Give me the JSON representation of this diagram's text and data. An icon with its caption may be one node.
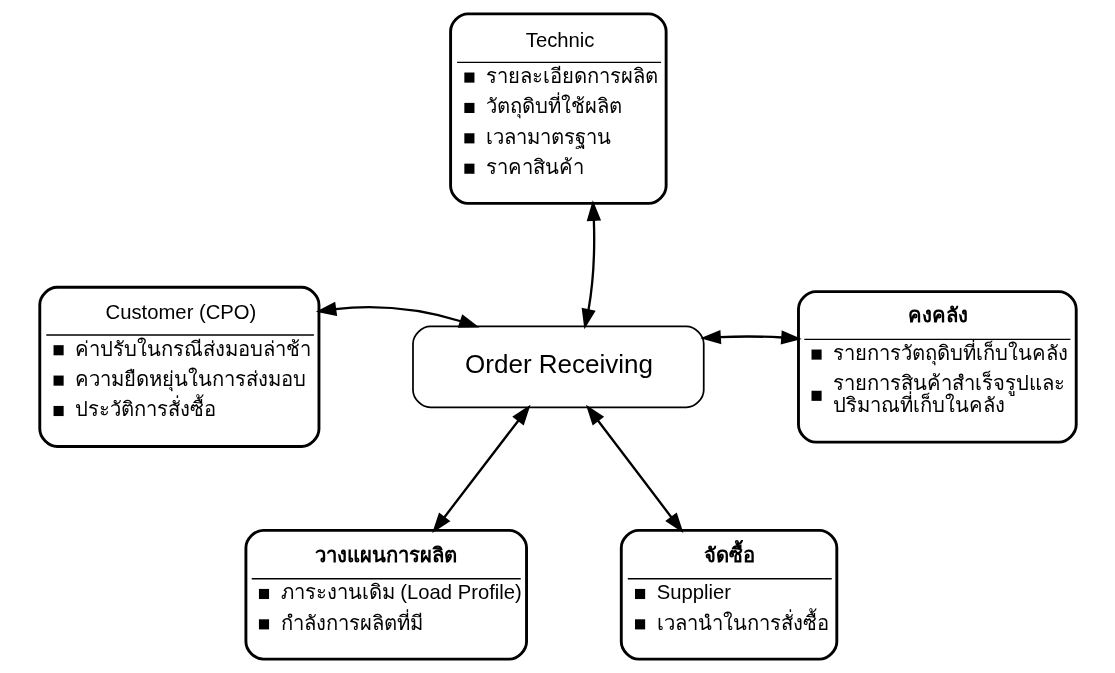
{
  "diagram": {
    "nodes": [
      {
        "text": [
          "Technic",
          "รายละเอียดการผลิต",
          "วัตถุดิบที่ใช้ผลิต",
          "เวลามาตรฐาน",
          "ราคาสินค้า"
        ]
      },
      {
        "text": [
          "Customer (CPO)",
          "ค่าปรับในกรณีส่งมอบล่าช้า",
          "ความยืดหยุ่นในการส่งมอบ",
          "ประวัติการสั่งซื้อ"
        ]
      },
      {
        "text": [
          "Order Receiving"
        ]
      },
      {
        "text": [
          "คงคลัง",
          "รายการวัตถุดิบที่เก็บในคลัง",
          "รายการสินค้าสำเร็จรูปและ ปริมาณที่เก็บในคลัง"
        ]
      },
      {
        "text": [
          "วางแผนการผลิต",
          "ภาระงานเดิม (Load Profile)",
          "กำลังการผลิตที่มี"
        ]
      },
      {
        "text": [
          "จัดซื้อ",
          "Supplier",
          "เวลานำในการสั่งซื้อ"
        ]
      }
    ],
    "edges": [
      {
        "from": 2,
        "to": 0,
        "arrow": "both"
      },
      {
        "from": 2,
        "to": 1,
        "arrow": "both"
      },
      {
        "from": 2,
        "to": 3,
        "arrow": "both"
      },
      {
        "from": 2,
        "to": 4,
        "arrow": "both"
      },
      {
        "from": 2,
        "to": 5,
        "arrow": "both"
      }
    ]
  }
}
